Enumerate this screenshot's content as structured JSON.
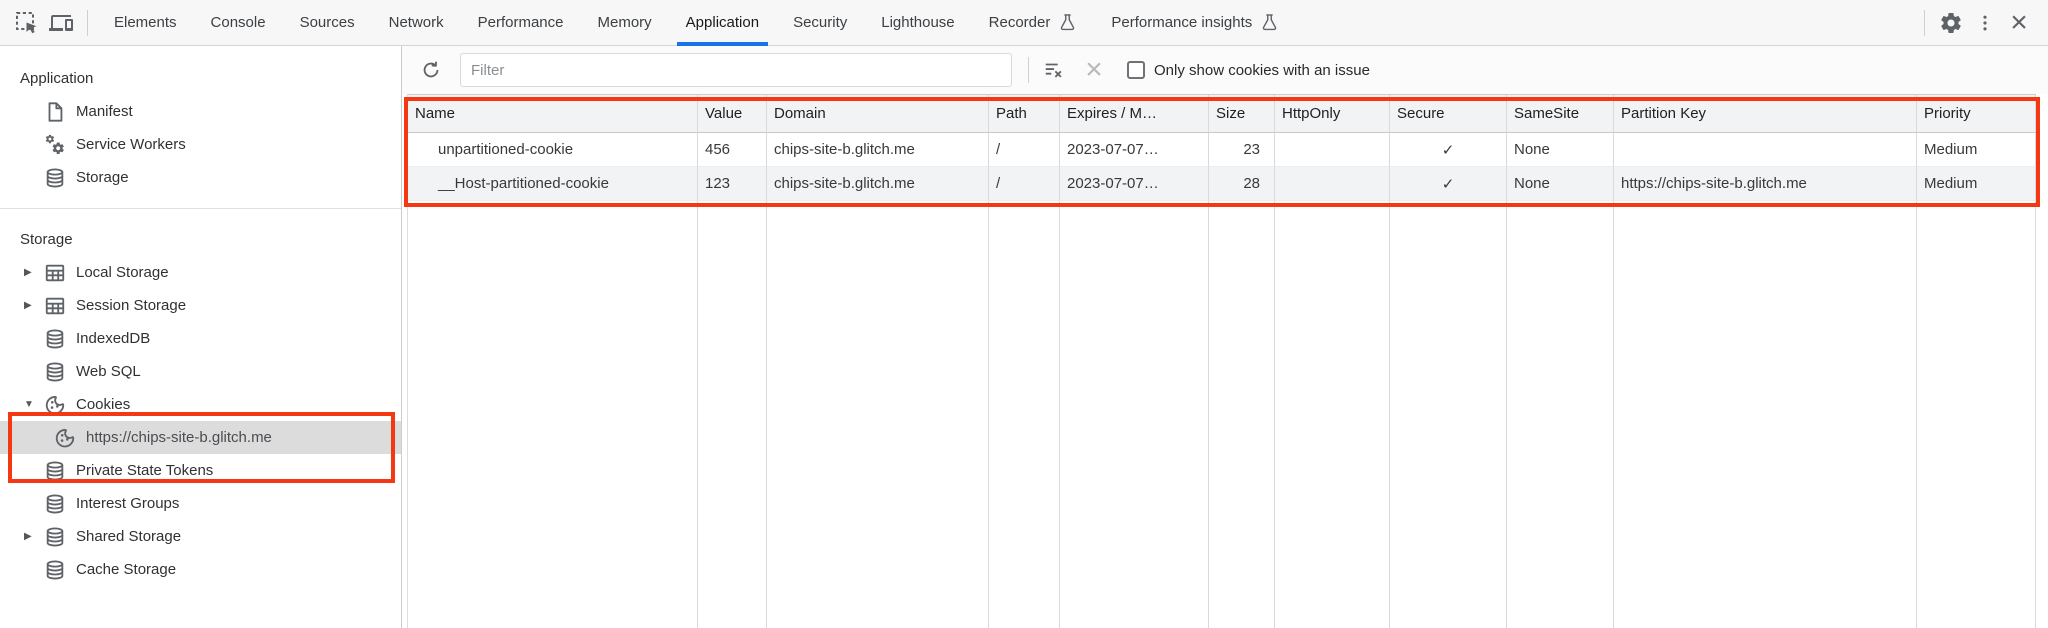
{
  "tabbar": {
    "tabs": [
      {
        "label": "Elements"
      },
      {
        "label": "Console"
      },
      {
        "label": "Sources"
      },
      {
        "label": "Network"
      },
      {
        "label": "Performance"
      },
      {
        "label": "Memory"
      },
      {
        "label": "Application"
      },
      {
        "label": "Security"
      },
      {
        "label": "Lighthouse"
      },
      {
        "label": "Recorder"
      },
      {
        "label": "Performance insights"
      }
    ],
    "active_tab": "Application",
    "icons": [
      "inspect-icon",
      "device-toolbar-icon",
      "experiment-flask-icon",
      "settings-gear-icon",
      "kebab-menu-icon",
      "close-icon"
    ]
  },
  "sidebar": {
    "sections": [
      {
        "title": "Application",
        "items": [
          {
            "label": "Manifest",
            "icon": "document-icon"
          },
          {
            "label": "Service Workers",
            "icon": "service-worker-gears-icon"
          },
          {
            "label": "Storage",
            "icon": "database-icon"
          }
        ]
      },
      {
        "title": "Storage",
        "items": [
          {
            "label": "Local Storage",
            "icon": "table-icon",
            "expander": "closed"
          },
          {
            "label": "Session Storage",
            "icon": "table-icon",
            "expander": "closed"
          },
          {
            "label": "IndexedDB",
            "icon": "database-icon"
          },
          {
            "label": "Web SQL",
            "icon": "database-icon"
          },
          {
            "label": "Cookies",
            "icon": "cookie-icon",
            "expander": "open"
          },
          {
            "label": "https://chips-site-b.glitch.me",
            "icon": "cookie-icon",
            "selected": true
          },
          {
            "label": "Private State Tokens",
            "icon": "database-icon"
          },
          {
            "label": "Interest Groups",
            "icon": "database-icon"
          },
          {
            "label": "Shared Storage",
            "icon": "database-icon",
            "expander": "closed"
          },
          {
            "label": "Cache Storage",
            "icon": "database-icon"
          }
        ]
      }
    ],
    "selected_item": "https://chips-site-b.glitch.me"
  },
  "toolbar": {
    "filter_placeholder": "Filter",
    "checkbox_label": "Only show cookies with an issue",
    "checkbox_checked": false,
    "icons": [
      "refresh-icon",
      "clear-filter-icon",
      "clear-all-icon"
    ]
  },
  "table": {
    "columns": [
      "Name",
      "Value",
      "Domain",
      "Path",
      "Expires / M…",
      "Size",
      "HttpOnly",
      "Secure",
      "SameSite",
      "Partition Key",
      "Priority"
    ],
    "rows": [
      {
        "name": "unpartitioned-cookie",
        "value": "456",
        "domain": "chips-site-b.glitch.me",
        "path": "/",
        "expires": "2023-07-07…",
        "size": "23",
        "http_only": "",
        "secure": "✓",
        "same_site": "None",
        "partition_key": "",
        "priority": "Medium"
      },
      {
        "name": "__Host-partitioned-cookie",
        "value": "123",
        "domain": "chips-site-b.glitch.me",
        "path": "/",
        "expires": "2023-07-07…",
        "size": "28",
        "http_only": "",
        "secure": "✓",
        "same_site": "None",
        "partition_key": "https://chips-site-b.glitch.me",
        "priority": "Medium"
      }
    ]
  },
  "colors": {
    "accent_blue": "#1a73e8",
    "annotation_red": "#f33813",
    "selected_row_gray": "#dcdcdc",
    "table_header_bg": "#f1f3f4"
  }
}
